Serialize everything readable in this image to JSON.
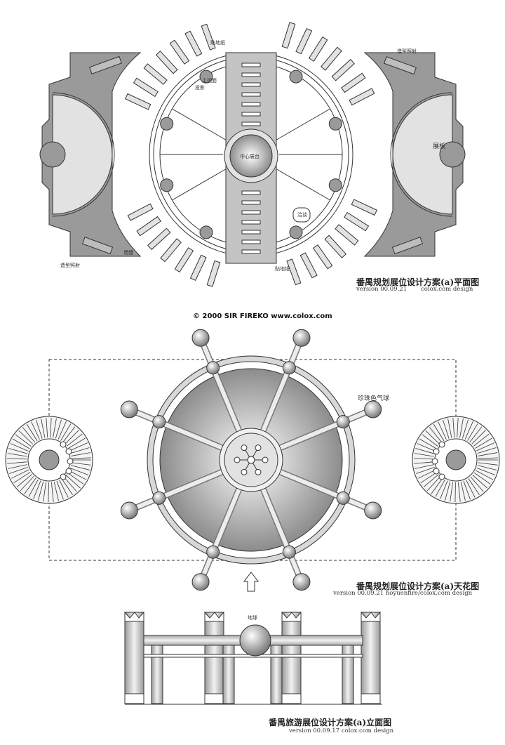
{
  "plan": {
    "labels": {
      "ground_top": "贴地纸",
      "ground_bottom": "贴地纸",
      "lamp_top_right": "造型照射",
      "lamp_bottom_left": "造型照射",
      "main_screen": "主视面",
      "projection": "投影",
      "center_stage": "中心展台",
      "negotiate": "洽谈",
      "display_board": "展板",
      "wall": "墙體"
    },
    "title": "番禺规划展位设计方案(a)平面图",
    "version": "version 00.09.21",
    "credit": "colox.com design"
  },
  "copyright": "© 2000 SIR FIREKO www.colox.com",
  "ceiling": {
    "label_balloon": "珍珠色气球",
    "title": "番禺规划展位设计方案(a)天花图",
    "version": "version 00.09.21 hoyuenfire/colox.com design"
  },
  "elevation": {
    "label_globe": "地球",
    "title": "番禺旅游展位设计方案(a)立面图",
    "version": "version 00.09.17 colox.com design"
  },
  "colors": {
    "line": "#333333",
    "dark_fill": "#9a9a9a",
    "mid_fill": "#bdbdbd",
    "light_fill": "#e2e2e2"
  }
}
